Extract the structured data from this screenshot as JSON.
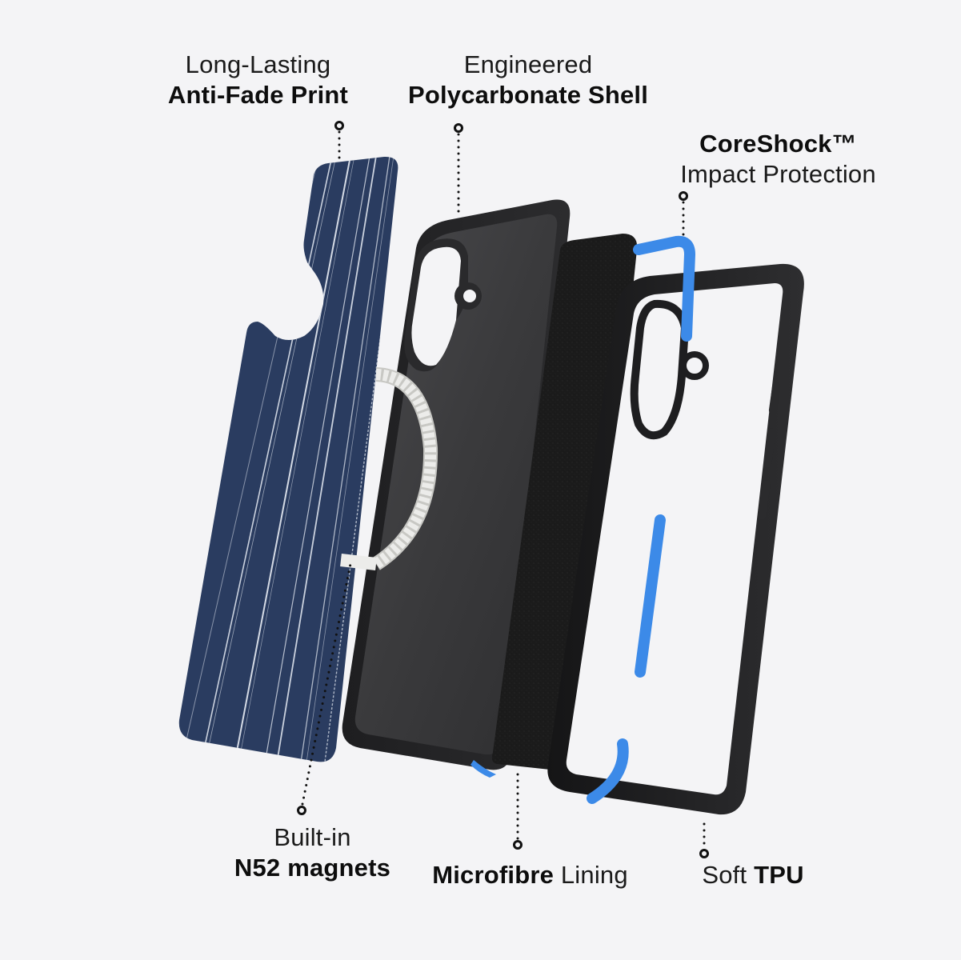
{
  "background_color": "#f4f4f6",
  "colors": {
    "print_navy": "#2a3c60",
    "stripe": "#e8ecf4",
    "shell_gray": "#3a3a3c",
    "lining_black": "#1c1c1c",
    "tpu_black": "#1e1e20",
    "coreshock_blue": "#3c8ae8",
    "magnet_silver": "#d9d9d6",
    "leader_dots": "#111111"
  },
  "callouts": {
    "print": {
      "line1": "Long-Lasting",
      "line2": "Anti-Fade Print"
    },
    "shell": {
      "line1": "Engineered",
      "line2": "Polycarbonate Shell"
    },
    "coreshock": {
      "line1": "CoreShock™",
      "line2": "Impact Protection"
    },
    "magnets": {
      "line1": "Built-in",
      "line2": "N52 magnets"
    },
    "lining": {
      "bold": "Microfibre",
      "light": " Lining"
    },
    "tpu": {
      "light": "Soft ",
      "bold": "TPU"
    }
  },
  "layers": [
    {
      "name": "anti-fade-print-back-plate",
      "pattern": "pinstripe"
    },
    {
      "name": "polycarbonate-shell"
    },
    {
      "name": "n52-magnet-ring"
    },
    {
      "name": "microfibre-lining"
    },
    {
      "name": "coreshock-blue-inserts"
    },
    {
      "name": "soft-tpu-bumper-frame"
    }
  ]
}
